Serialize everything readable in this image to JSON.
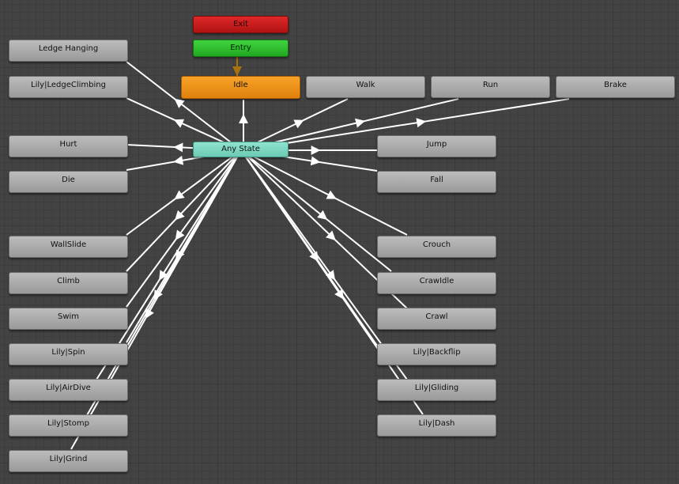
{
  "graph": {
    "nodes": {
      "exit": "Exit",
      "entry": "Entry",
      "idle": "Idle",
      "walk": "Walk",
      "run": "Run",
      "brake": "Brake",
      "any_state": "Any State",
      "ledge_hanging": "Ledge Hanging",
      "ledge_climbing": "Lily|LedgeClimbing",
      "hurt": "Hurt",
      "die": "Die",
      "wall_slide": "WallSlide",
      "climb": "Climb",
      "swim": "Swim",
      "spin": "Lily|Spin",
      "air_dive": "Lily|AirDive",
      "stomp": "Lily|Stomp",
      "grind": "Lily|Grind",
      "jump": "Jump",
      "fall": "Fall",
      "crouch": "Crouch",
      "crawl_idle": "CrawIdle",
      "crawl": "Crawl",
      "backflip": "Lily|Backflip",
      "gliding": "Lily|Gliding",
      "dash": "Lily|Dash"
    },
    "colors": {
      "default_state": "#a8a8a8",
      "entry": "#2ebd2e",
      "exit": "#c81b1b",
      "default_entry_state": "#ee8f1c",
      "any_state": "#7dd6c2",
      "transition_line": "#ffffff",
      "entry_transition": "#a8730a"
    }
  }
}
